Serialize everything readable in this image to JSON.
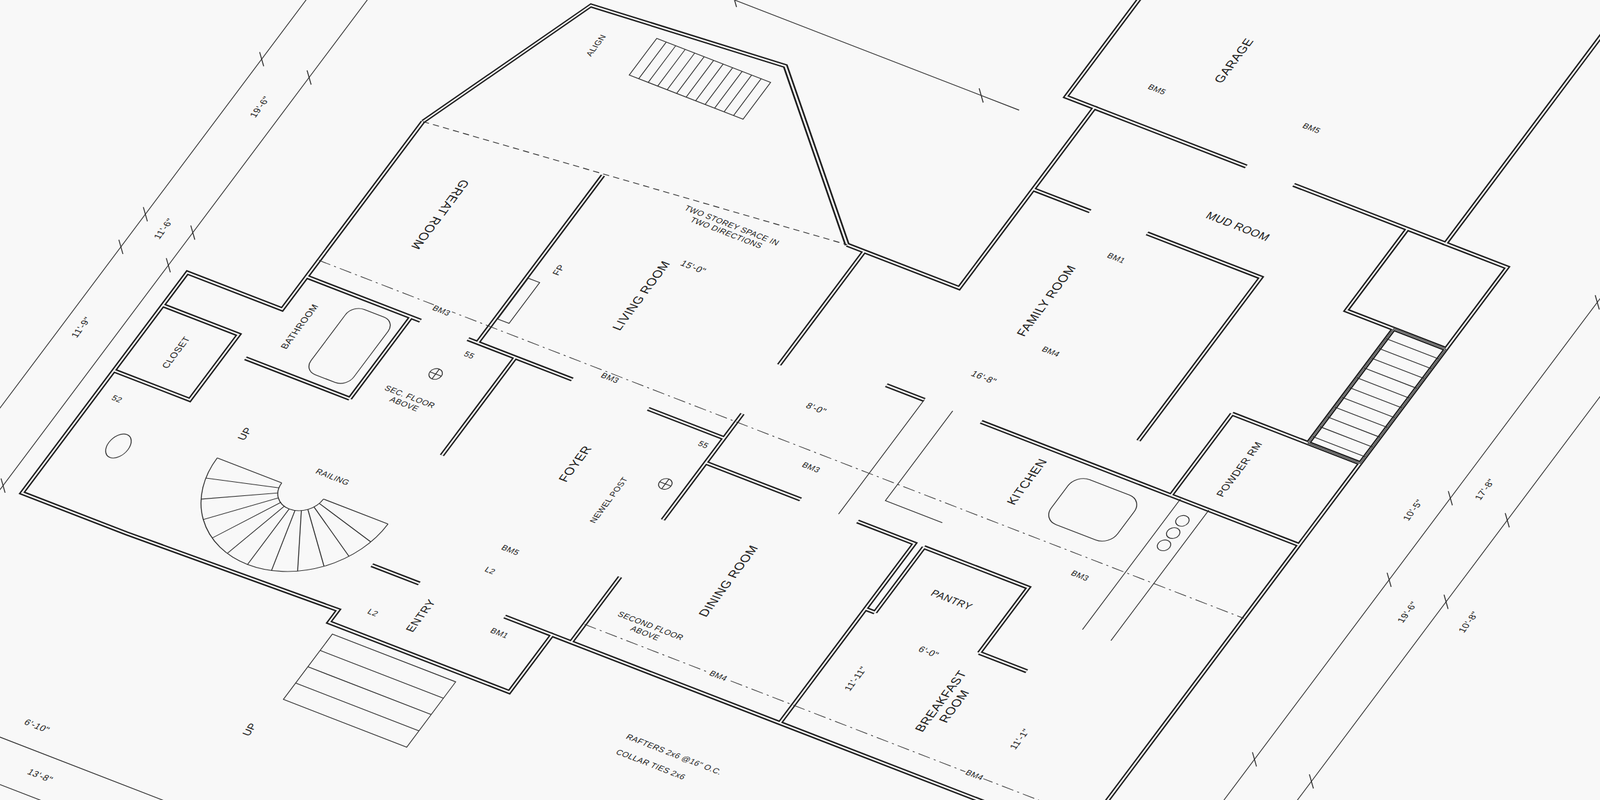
{
  "diagram": {
    "nodes": [
      {
        "text": [
          "GREAT ROOM"
        ]
      },
      {
        "text": [
          "LIVING ROOM"
        ]
      },
      {
        "text": [
          "FOYER"
        ]
      },
      {
        "text": [
          "DINING ROOM"
        ]
      },
      {
        "text": [
          "KITCHEN"
        ]
      },
      {
        "text": [
          "PANTRY"
        ]
      },
      {
        "text": [
          "BREAKFAST ROOM"
        ]
      },
      {
        "text": [
          "FAMILY ROOM"
        ]
      },
      {
        "text": [
          "MUD ROOM"
        ]
      },
      {
        "text": [
          "GARAGE"
        ]
      },
      {
        "text": [
          "POWDER RM"
        ]
      },
      {
        "text": [
          "BATHROOM"
        ]
      },
      {
        "text": [
          "CLOSET"
        ]
      },
      {
        "text": [
          "ENTRY"
        ]
      }
    ],
    "labels": [
      "TWO STOREY SPACE IN TWO DIRECTIONS",
      "15'-0\"",
      "FP",
      "BM3",
      "BM3",
      "BM3",
      "BM4",
      "BM4",
      "BM4",
      "BM3",
      "BM5",
      "BM1",
      "BM5",
      "BM5",
      "BM1",
      "SECOND FLOOR ABOVE",
      "SEC. FLOOR ABOVE",
      "NEWEL POST",
      "UP",
      "UP",
      "RAILING",
      "6'-0\"",
      "11'-1\"",
      "11'-11\"",
      "8'-0\"",
      "16'-8\"",
      "6'-10\"",
      "13'-8\"",
      "19'-6\"",
      "10'-5\"",
      "17'-8\"",
      "10'-8\"",
      "19'-6\"",
      "11'-6\"",
      "11'-9\"",
      "ALIGN",
      "L2",
      "L2",
      "52",
      "55",
      "55",
      "RAFTERS 2x6 @16\" O.C.",
      "COLLAR TIES 2x6"
    ]
  }
}
